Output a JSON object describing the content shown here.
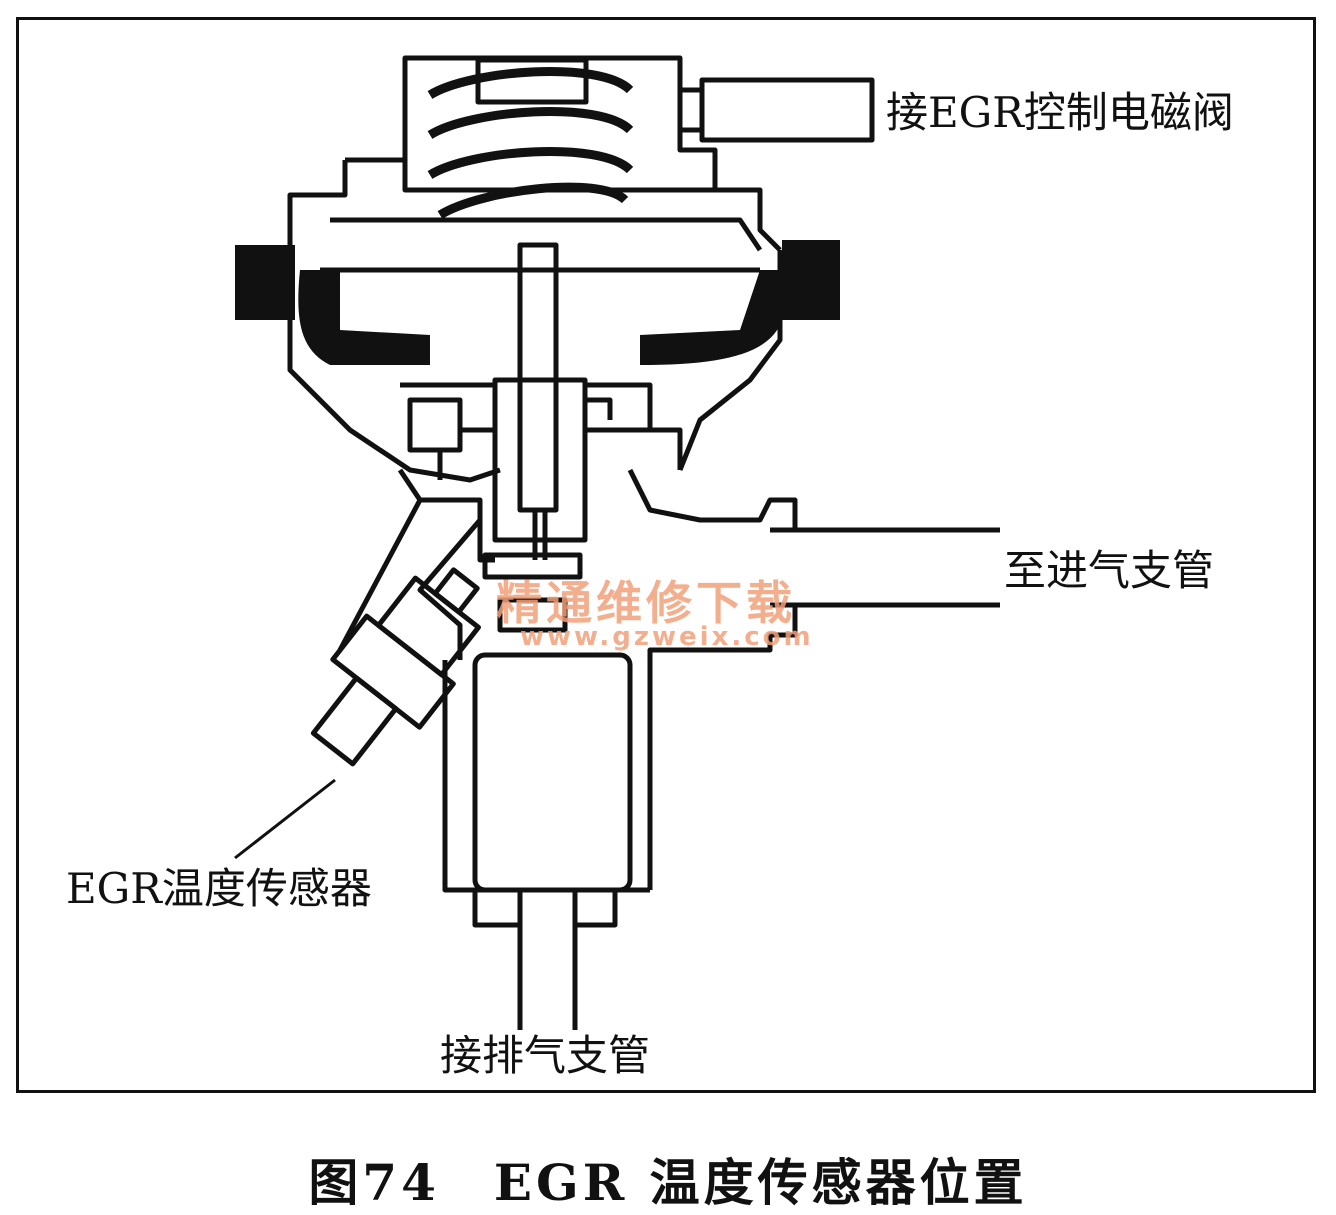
{
  "labels": {
    "solenoid": "接EGR控制电磁阀",
    "intake": "至进气支管",
    "sensor": "EGR温度传感器",
    "exhaust": "接排气支管"
  },
  "caption": "图74　EGR 温度传感器位置",
  "watermark": {
    "text": "精通维修下载",
    "url": "www.gzweix.com"
  },
  "colors": {
    "ink": "#111111",
    "watermark": "#f2a07a"
  }
}
